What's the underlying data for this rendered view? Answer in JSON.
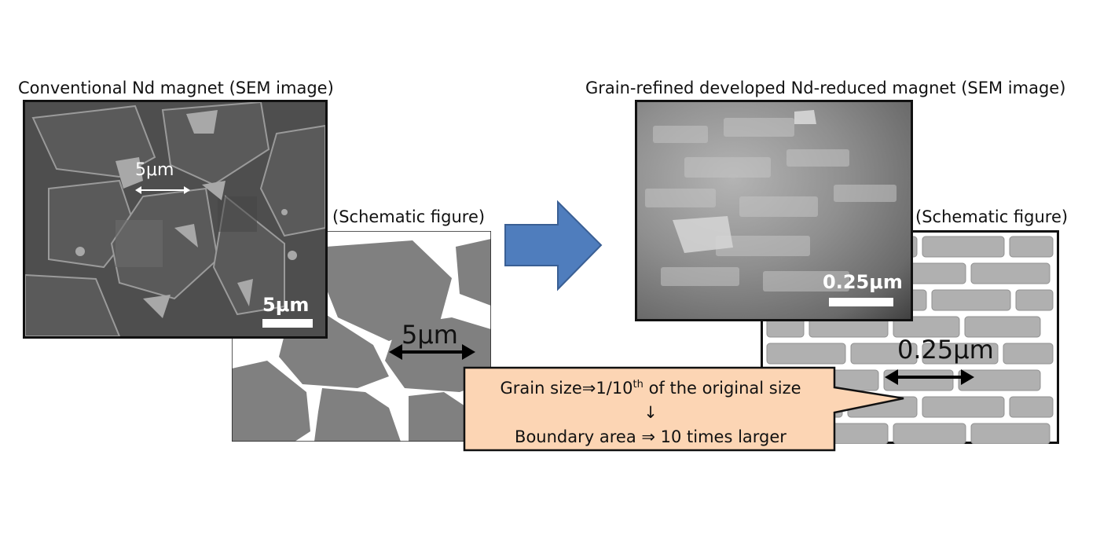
{
  "left_panel": {
    "caption": "Conventional Nd magnet (SEM image)",
    "sem_small_scale": "5μm",
    "sem_scale_bar": "5μm",
    "schematic_caption": "(Schematic figure)",
    "schematic_scale": "5μm"
  },
  "right_panel": {
    "caption": "Grain-refined developed Nd-reduced magnet (SEM image)",
    "sem_scale_bar": "0.25μm",
    "schematic_caption": "(Schematic figure)",
    "schematic_scale": "0.25μm"
  },
  "callout": {
    "line1_pre": "Grain size⇒1/10",
    "line1_sup": "th",
    "line1_post": " of the original size",
    "line2": "↓",
    "line3": "Boundary area ⇒ 10 times larger"
  },
  "colors": {
    "arrow_fill": "#4f7dbd",
    "arrow_stroke": "#3a5f94",
    "callout_fill": "#fcd5b4",
    "grain_fill": "#808080",
    "brick_fill": "#b0b0b0",
    "outline": "#111111"
  }
}
